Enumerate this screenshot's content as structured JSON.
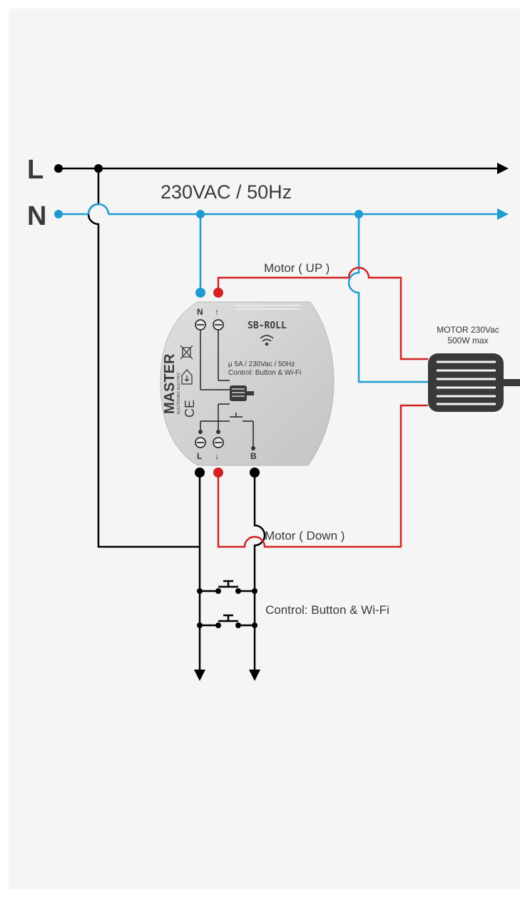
{
  "labels": {
    "line_l": "L",
    "line_n": "N",
    "supply": "230VAC / 50Hz",
    "motor_up": "Motor ( UP )",
    "motor_down": "Motor ( Down )",
    "control": "Control: Button & Wi-Fi"
  },
  "motor": {
    "line1": "MOTOR 230Vac",
    "line2": "500W max"
  },
  "device": {
    "model": "SB-ROLL",
    "spec1": "μ 5A / 230Vac / 50Hz",
    "spec2": "Control: Button & Wi-Fi",
    "brand": "MASTER",
    "brand_sub": "ELECTRONIC ELECTRIC",
    "ce_mark": "CE",
    "terminal_n": "N",
    "terminal_up": "↑",
    "terminal_l": "L",
    "terminal_down": "↓",
    "terminal_b": "B"
  },
  "colors": {
    "live": "#000000",
    "neutral": "#1e9bd3",
    "motor_wire": "#d42222",
    "device_body": "#d2d3d4",
    "motor_body": "#3a3a3a",
    "background": "#f4f5f4"
  },
  "icons": [
    "wifi-icon",
    "no-waste-bin-icon",
    "indoor-house-icon"
  ]
}
